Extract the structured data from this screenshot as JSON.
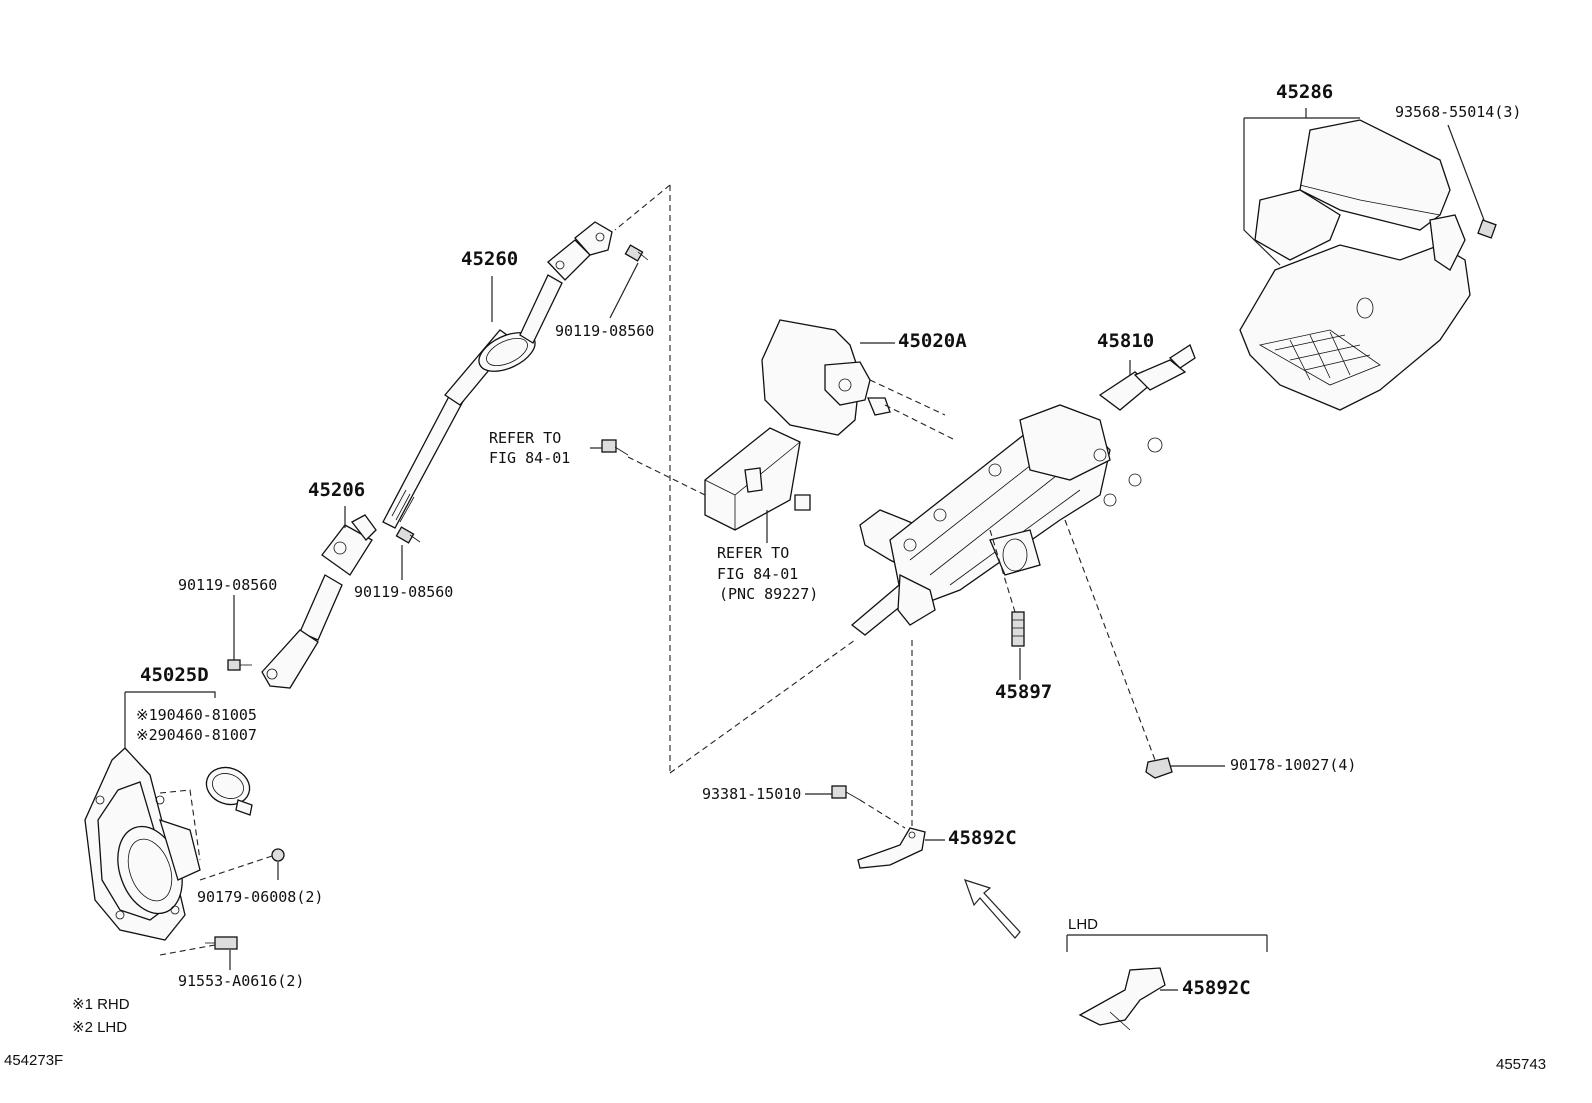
{
  "labels": {
    "p45260": "45260",
    "p45206": "45206",
    "p45025d": "45025D",
    "p45286": "45286",
    "p45020a": "45020A",
    "p45810": "45810",
    "p45897": "45897",
    "p45892c_main": "45892C",
    "p45892c_lhd": "45892C",
    "b90119_top": "90119-08560",
    "b90119_mid": "90119-08560",
    "b90119_left": "90119-08560",
    "s90460_1": "※190460-81005",
    "s90460_2": "※290460-81007",
    "n90179": "90179-06008(2)",
    "b91553": "91553-A0616(2)",
    "b93568": "93568-55014(3)",
    "b93381": "93381-15010",
    "n90178": "90178-10027(4)",
    "refer1_line1": "REFER TO",
    "refer1_line2": "FIG 84-01",
    "refer2_line1": "REFER TO",
    "refer2_line2": "FIG 84-01",
    "refer2_line3": "(PNC 89227)",
    "lhd_bracket": "LHD",
    "note_rhd": "※1 RHD",
    "note_lhd": "※2 LHD",
    "code_left": "454273F",
    "code_right": "455743"
  }
}
